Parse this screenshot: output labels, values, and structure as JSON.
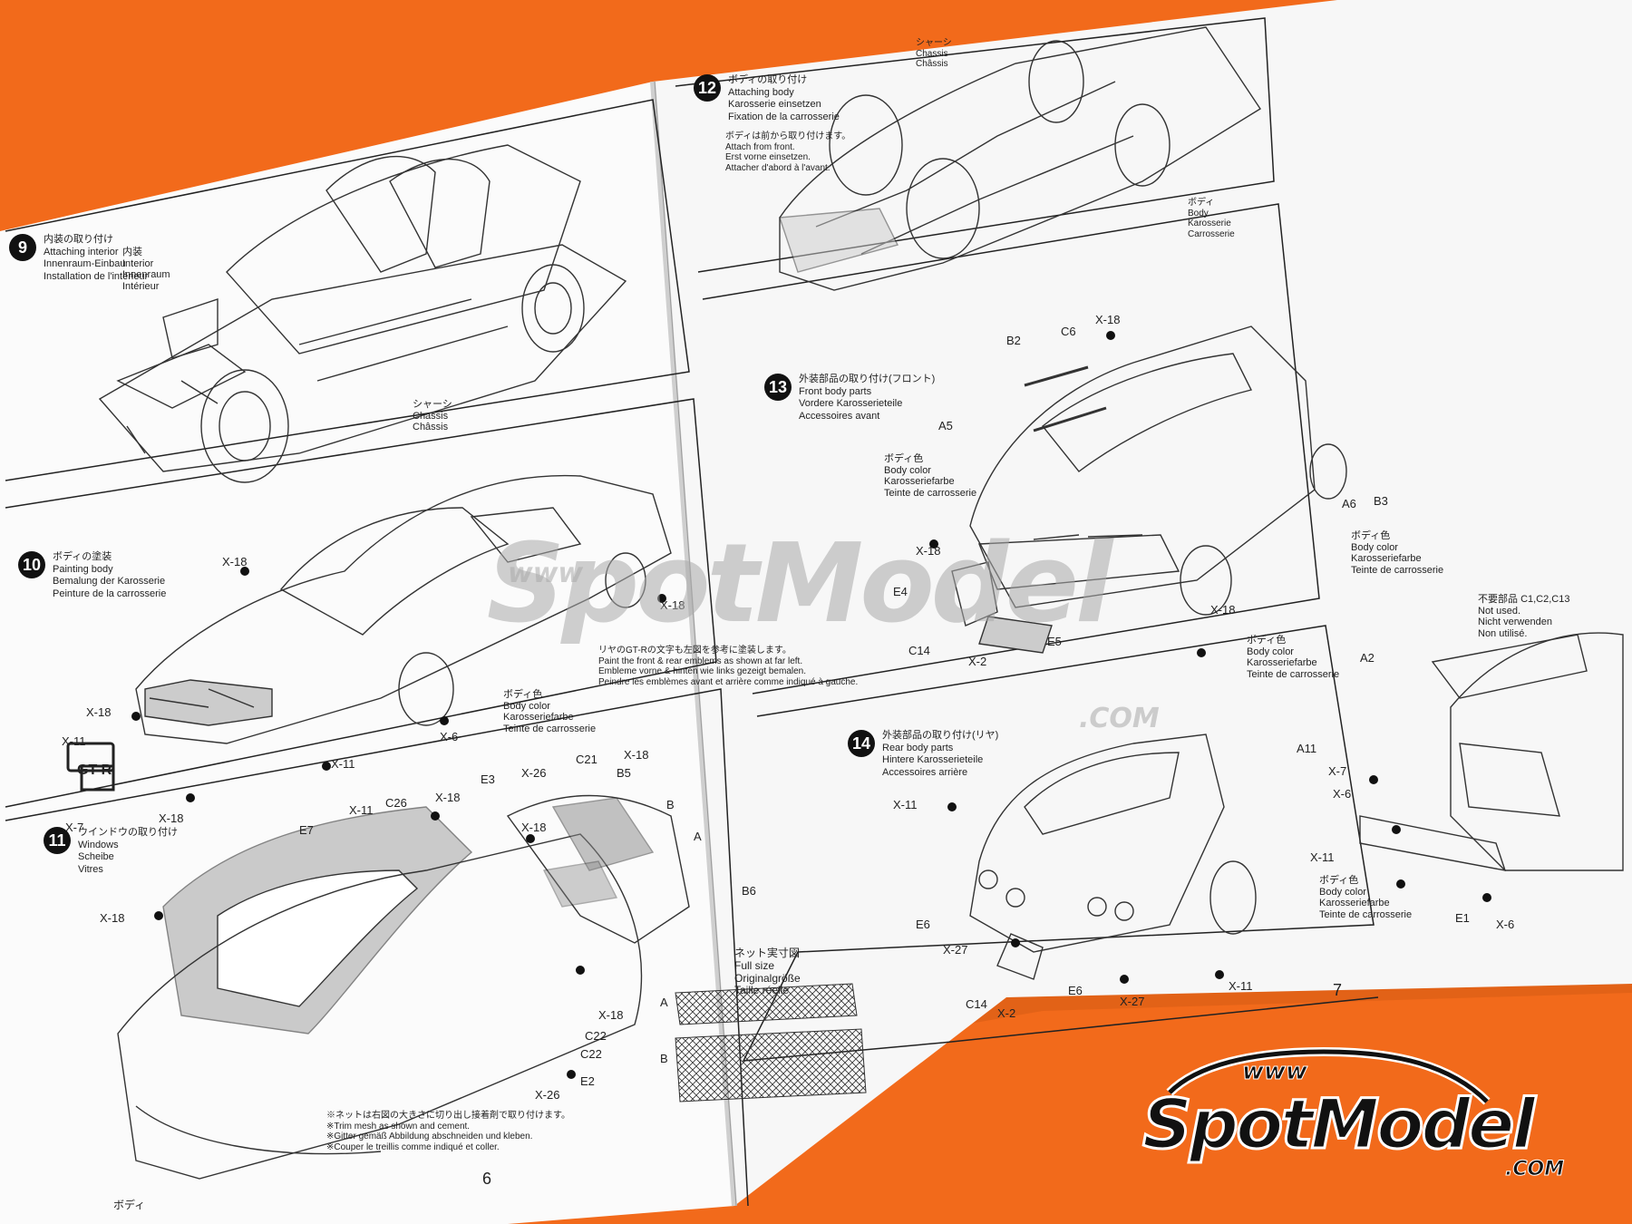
{
  "colors": {
    "background": "#f26a1b",
    "paper": "#fbfbfb",
    "ink": "#222222"
  },
  "pages": {
    "left_number": "6",
    "right_number": "7"
  },
  "steps": {
    "s9": {
      "num": "9",
      "jp": "内装の取り付け",
      "en": "Attaching interior",
      "de": "Innenraum-Einbau",
      "fr": "Installation de l'intérieur"
    },
    "s10": {
      "num": "10",
      "jp": "ボディの塗装",
      "en": "Painting body",
      "de": "Bemalung der Karosserie",
      "fr": "Peinture de la carrosserie"
    },
    "s11": {
      "num": "11",
      "jp": "ウインドウの取り付け",
      "en": "Windows",
      "de": "Scheibe",
      "fr": "Vitres"
    },
    "s12": {
      "num": "12",
      "jp": "ボディの取り付け",
      "en": "Attaching body",
      "de": "Karosserie einsetzen",
      "fr": "Fixation de la carrosserie"
    },
    "s13": {
      "num": "13",
      "jp": "外装部品の取り付け(フロント)",
      "en": "Front body parts",
      "de": "Vordere Karosserieteile",
      "fr": "Accessoires avant"
    },
    "s14": {
      "num": "14",
      "jp": "外装部品の取り付け(リヤ)",
      "en": "Rear body parts",
      "de": "Hintere Karosserieteile",
      "fr": "Accessoires arrière"
    }
  },
  "callouts": {
    "interior": {
      "jp": "内装",
      "en": "Interior",
      "de": "Innenraum",
      "fr": "Intérieur"
    },
    "chassis": {
      "jp": "シャーシ",
      "en": "Chassis",
      "fr": "Châssis"
    },
    "chassis12": {
      "jp": "シャーシ",
      "en": "Chassis",
      "fr": "Châssis"
    },
    "body12": {
      "jp": "ボディ",
      "en": "Body",
      "de": "Karosserie",
      "fr": "Carrosserie"
    },
    "attach_front": {
      "jp": "ボディは前から取り付けます。",
      "en": "Attach from front.",
      "de": "Erst vorne einsetzen.",
      "fr": "Attacher d'abord à l'avant."
    }
  },
  "body_color": {
    "jp": "ボディ色",
    "en": "Body color",
    "de": "Karosseriefarbe",
    "fr": "Teinte de carrosserie"
  },
  "emblem_note": {
    "jp": "リヤのGT-Rの文字も左図を参考に塗装します。",
    "en": "Paint the front & rear emblems as shown at far left.",
    "de": "Embleme vorne & hinten wie links gezeigt bemalen.",
    "fr": "Peindre les emblèmes avant et arrière comme indiqué à gauche."
  },
  "not_used": {
    "jp": "不要部品",
    "parts": "C1,C2,C13",
    "en": "Not used.",
    "de": "Nicht verwenden",
    "fr": "Non utilisé."
  },
  "net_size": {
    "jp": "ネット実寸図",
    "en": "Full size",
    "de": "Originalgröße",
    "fr": "Taille réelle",
    "a": "A",
    "b": "B"
  },
  "mesh_note": {
    "jp": "※ネットは右図の大きさに切り出し接着剤で取り付けます。",
    "en": "※Trim mesh as shown and cement.",
    "de": "※Gitter gemäß Abbildung abschneiden und kleben.",
    "fr": "※Couper le treillis comme indiqué et coller."
  },
  "bottom_body": "ボディ",
  "gtr_emblem": "GT-R",
  "parts": {
    "x18": "X-18",
    "x11": "X-11",
    "x7": "X-7",
    "x6": "X-6",
    "x26": "X-26",
    "x27": "X-27",
    "x2": "X-2",
    "c26": "C26",
    "c21": "C21",
    "c22": "C22",
    "c14": "C14",
    "c6": "C6",
    "e7": "E7",
    "e3": "E3",
    "e2": "E2",
    "e4": "E4",
    "e5": "E5",
    "e6": "E6",
    "e1": "E1",
    "b5": "B5",
    "b": "B",
    "a": "A",
    "b6": "B6",
    "b2": "B2",
    "a5": "A5",
    "a6": "A6",
    "b3": "B3",
    "a2": "A2",
    "a11": "A11"
  },
  "watermark": {
    "www": "www",
    "name": "SpotModel",
    "com": ".COM"
  },
  "logo": {
    "www": "www",
    "name": "SpotModel",
    "com": ".COM"
  }
}
